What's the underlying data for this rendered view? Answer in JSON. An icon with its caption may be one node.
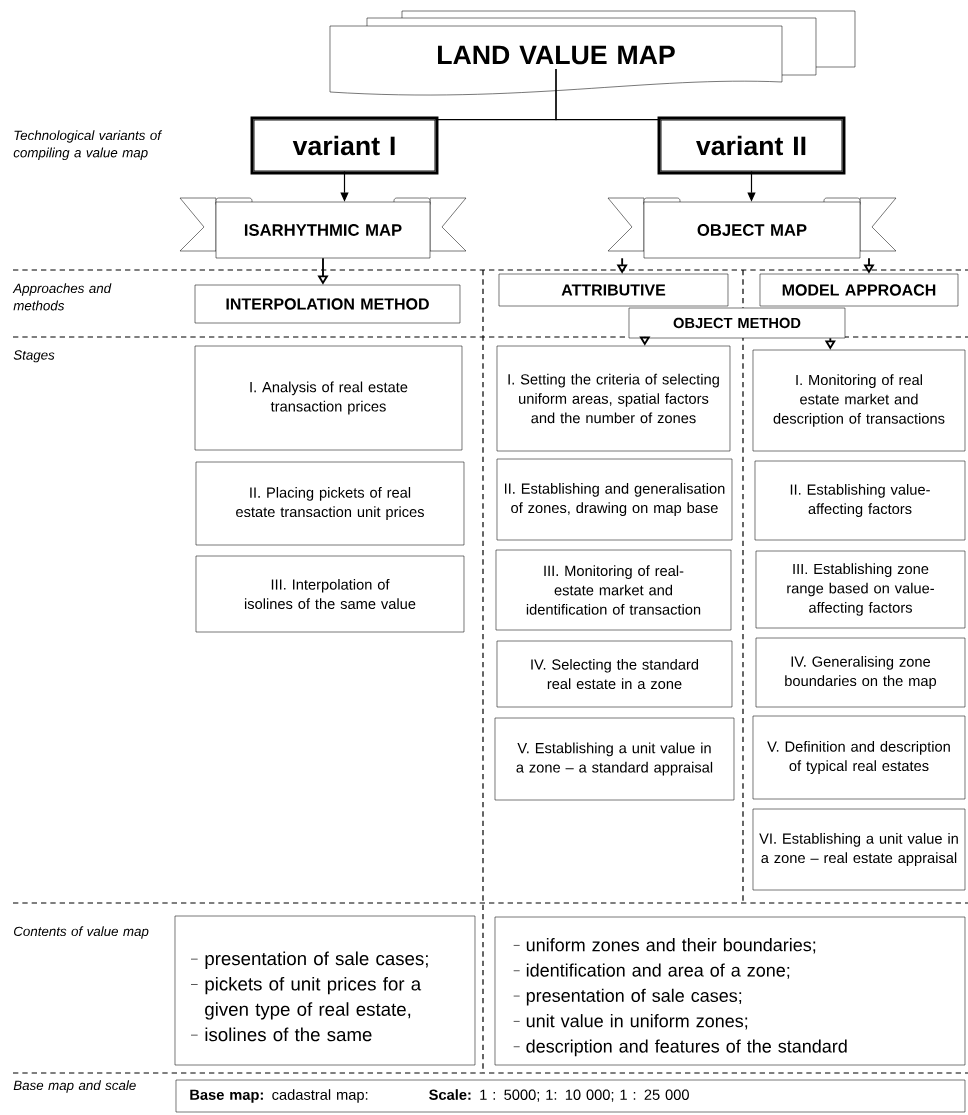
{
  "diagram": {
    "nodes": [
      {
        "text": [
          "LAND VALUE MAP"
        ]
      },
      {
        "text": [
          "variant I"
        ]
      },
      {
        "text": [
          "variant II"
        ]
      },
      {
        "text": [
          "ISARHYTHMIC MAP"
        ]
      },
      {
        "text": [
          "OBJECT MAP"
        ]
      },
      {
        "text": [
          "INTERPOLATION METHOD"
        ]
      },
      {
        "text": [
          "ATTRIBUTIVE"
        ]
      },
      {
        "text": [
          "MODEL APPROACH"
        ]
      },
      {
        "text": [
          "OBJECT METHOD"
        ]
      },
      {
        "text": [
          "I. Analysis of real estate transaction prices"
        ]
      },
      {
        "text": [
          "II. Placing pickets of real estate transaction unit prices"
        ]
      },
      {
        "text": [
          "III. Interpolation of isolines of the same value"
        ]
      },
      {
        "text": [
          "I. Setting the criteria of selecting uniform areas, spatial factors and the number of zones"
        ]
      },
      {
        "text": [
          "II. Establishing and generalisation of zones, drawing on map base"
        ]
      },
      {
        "text": [
          "III. Monitoring of real-estate market and identification of transaction"
        ]
      },
      {
        "text": [
          "IV. Selecting the standard real estate in a zone"
        ]
      },
      {
        "text": [
          "V. Establishing a unit value in a zone – a standard appraisal"
        ]
      },
      {
        "text": [
          "I. Monitoring of real estate market and description of transactions"
        ]
      },
      {
        "text": [
          "II. Establishing value-affecting factors"
        ]
      },
      {
        "text": [
          "III. Establishing zone range based on value-affecting factors"
        ]
      },
      {
        "text": [
          "IV. Generalising zone boundaries on the map"
        ]
      },
      {
        "text": [
          "V. Definition and description of typical real estates"
        ]
      },
      {
        "text": [
          "VI. Establishing a unit value in a zone – real estate appraisal"
        ]
      },
      {
        "text": [
          "presentation of sale cases;",
          "pickets of unit prices for a given type of real estate,",
          "isolines of the same"
        ]
      },
      {
        "text": [
          "uniform zones and their boundaries;",
          "identification and area of a zone;",
          "presentation of sale cases;",
          "unit value in uniform zones;",
          "description and features of the standard"
        ]
      },
      {
        "text": [
          "**Base map:** cadastral map:",
          "**Scale:** 1 : 5000; 1: 10 000; 1 : 25 000"
        ]
      }
    ],
    "edges": [
      {
        "from": 0,
        "to": 1,
        "arrow": "none"
      },
      {
        "from": 0,
        "to": 2,
        "arrow": "none"
      },
      {
        "from": 1,
        "to": 3,
        "arrow": "to"
      },
      {
        "from": 2,
        "to": 4,
        "arrow": "to"
      },
      {
        "from": 3,
        "to": 5,
        "arrow": "to"
      },
      {
        "from": 4,
        "to": 6,
        "arrow": "to"
      },
      {
        "from": 4,
        "to": 7,
        "arrow": "to"
      },
      {
        "from": 8,
        "to": 12,
        "arrow": "to"
      },
      {
        "from": 8,
        "to": 17,
        "arrow": "to"
      }
    ],
    "labels": [
      "Technological variants of compiling a value map",
      "Approaches and methods",
      "Stages",
      "Contents of value map",
      "Base map and scale"
    ]
  }
}
